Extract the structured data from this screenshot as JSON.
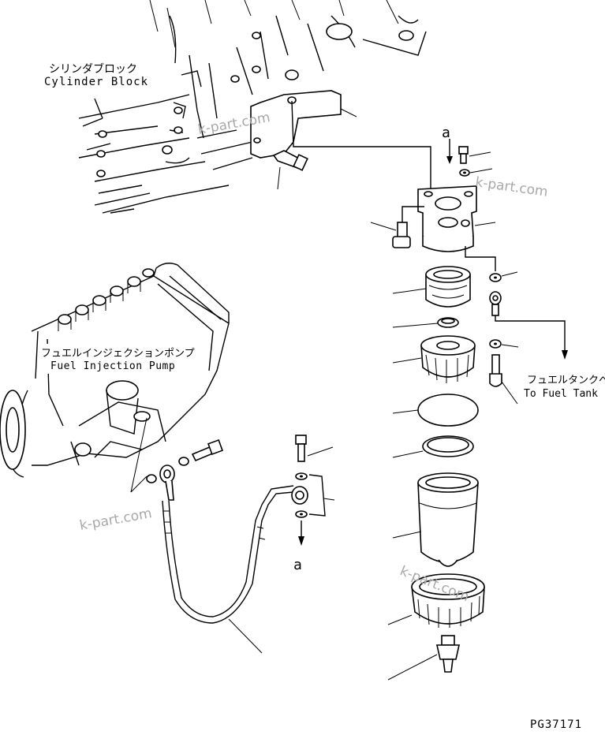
{
  "labels": {
    "cylinder_block_jp": "シリンダブロック",
    "cylinder_block_en": "Cylinder Block",
    "fuel_pump_jp": "フュエルインジェクションポンプ",
    "fuel_pump_en": "Fuel Injection Pump",
    "to_tank_jp": "フュエルタンクへ",
    "to_tank_en": "To Fuel Tank",
    "ref_a_top": "a",
    "ref_a_bottom": "a",
    "drawing_code": "PG37171"
  },
  "watermarks": [
    "k-part.com",
    "k-part.com",
    "k-part.com",
    "k-part.com"
  ]
}
